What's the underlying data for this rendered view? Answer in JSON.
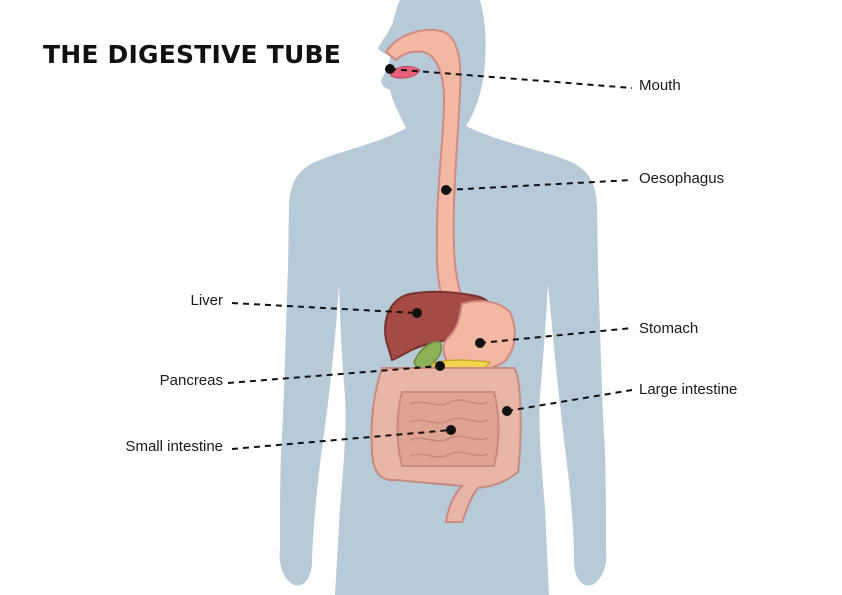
{
  "title": "THE DIGESTIVE TUBE",
  "labels": {
    "mouth": "Mouth",
    "oesophagus": "Oesophagus",
    "liver": "Liver",
    "stomach": "Stomach",
    "pancreas": "Pancreas",
    "large_intestine": "Large intestine",
    "small_intestine": "Small intestine"
  },
  "colors": {
    "body": "#b6cad7",
    "tube": "#f3b8a2",
    "tube_outline": "#d08a82",
    "liver": "#a54a45",
    "gallbladder": "#8cb055",
    "pancreas": "#f2d34b",
    "intestine": "#e9b5a6",
    "leader_line": "#111111"
  }
}
